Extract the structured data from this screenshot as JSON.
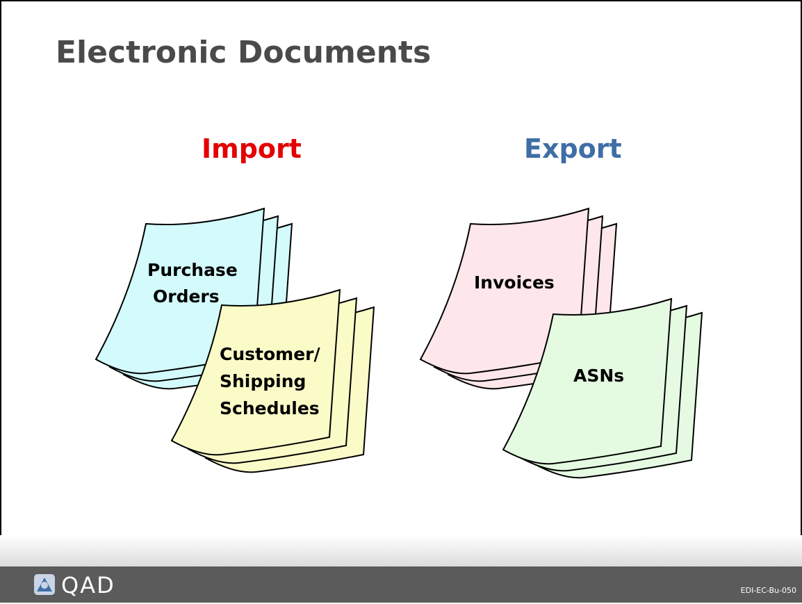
{
  "slide": {
    "title": "Electronic Documents",
    "import_heading": "Import",
    "export_heading": "Export",
    "documents": {
      "purchase_orders": [
        "Purchase",
        "Orders"
      ],
      "schedules": [
        "Customer/",
        "Shipping",
        "Schedules"
      ],
      "invoices": [
        "Invoices"
      ],
      "asns": [
        "ASNs"
      ]
    }
  },
  "colors": {
    "import": "#e40000",
    "export": "#3f6ea6",
    "purchase_orders_fill": "#d3fbfc",
    "schedules_fill": "#fbfbc8",
    "invoices_fill": "#fde7ea",
    "asns_fill": "#e4fbe2"
  },
  "footer": {
    "brand": "QAD",
    "slide_code": "EDI-EC-Bu-050"
  }
}
